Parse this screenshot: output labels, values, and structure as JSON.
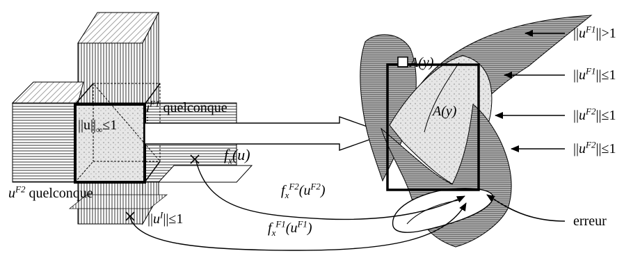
{
  "labels": {
    "norm_u_inf": "||u||",
    "norm_u_inf_sub": "∞",
    "norm_u_inf_rel": "≤1",
    "uF1_base": "u",
    "uF1_sup": "F1",
    "uF1_text": "quelconque",
    "fx_u_base": "f",
    "fx_u_sub": "x",
    "fx_u_arg": "(u)",
    "uF2_base": "u",
    "uF2_sup": "F2",
    "uF2_text": "quelconque",
    "fxF2_base": "f",
    "fxF2_sub": "x",
    "fxF2_sup": "F2",
    "fxF2_arg": "(u",
    "fxF2_arg_sup": "F2",
    "fxF2_close": ")",
    "normuI_pre": "||",
    "normuI_base": "u",
    "normuI_sup": "I",
    "normuI_post": "||≤1",
    "fxF1_base": "f",
    "fxF1_sub": "x",
    "fxF1_sup": "F1",
    "fxF1_arg": "(u",
    "fxF1_arg_sup": "F1",
    "fxF1_close": ")",
    "Ay_top": "A(y)",
    "Ay_mid": "A(y)",
    "right_1_pre": "||",
    "right_1_base": "u",
    "right_1_sup": "F1",
    "right_1_post": "||>1",
    "right_2_pre": "||",
    "right_2_base": "u",
    "right_2_sup": "F1",
    "right_2_post": "||≤1",
    "right_3_pre": "||",
    "right_3_base": "u",
    "right_3_sup": "F2",
    "right_3_post": "||≤1",
    "right_4_pre": "||",
    "right_4_base": "u",
    "right_4_sup": "F2",
    "right_4_post": "||≤1",
    "erreur": "erreur"
  },
  "colors": {
    "ink": "#000000",
    "hatch_dark": "#6e6e6e",
    "hatch_light": "#a8a8a8",
    "paper": "#ffffff"
  }
}
